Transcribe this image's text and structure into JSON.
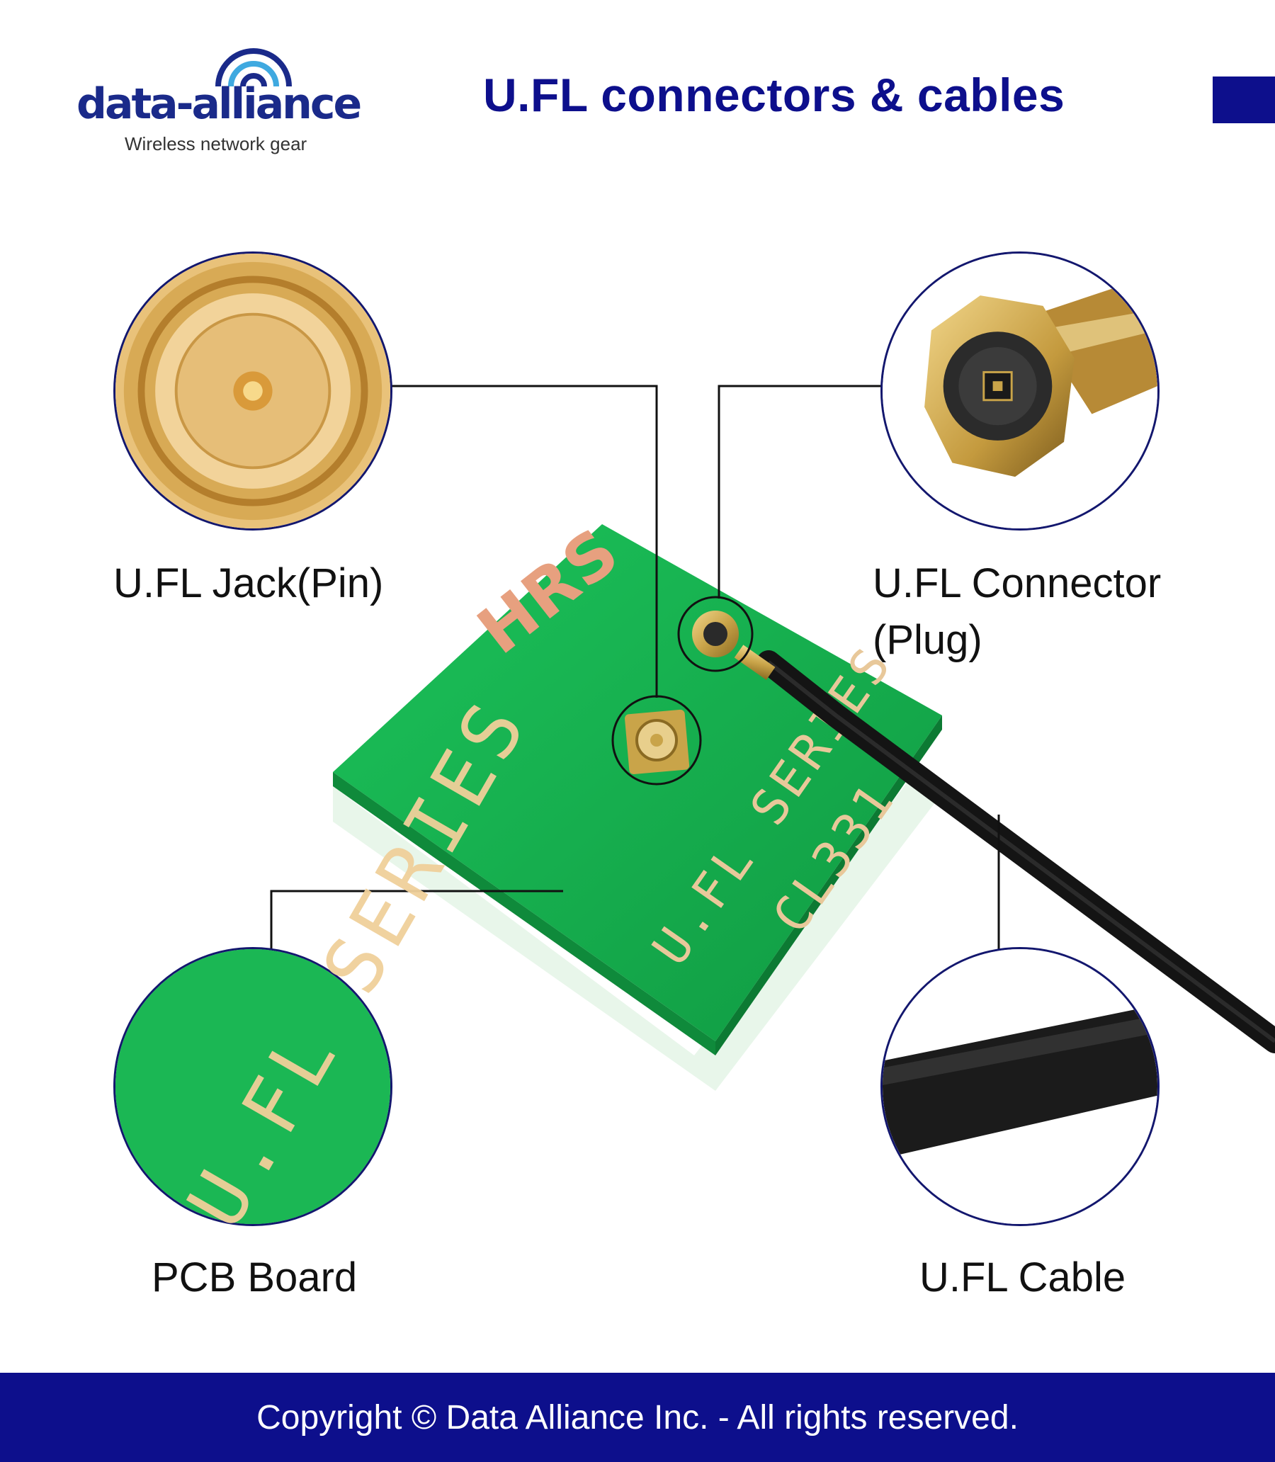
{
  "logo": {
    "brand": "data-alliance",
    "tagline": "Wireless network gear"
  },
  "header": {
    "title": "U.FL connectors & cables"
  },
  "callouts": {
    "jack": "U.FL Jack(Pin)",
    "connector_line1": "U.FL Connector",
    "connector_line2": "(Plug)",
    "pcb": "PCB Board",
    "cable": "U.FL Cable"
  },
  "board_print": {
    "brand": "HRS",
    "series": "U.FL SERIES",
    "part": "CL331"
  },
  "footer": {
    "copyright": "Copyright © Data Alliance Inc. - All rights reserved."
  },
  "colors": {
    "brand_blue": "#0d0f8c",
    "pcb_green": "#17b04e",
    "gold": "#c9a449"
  }
}
